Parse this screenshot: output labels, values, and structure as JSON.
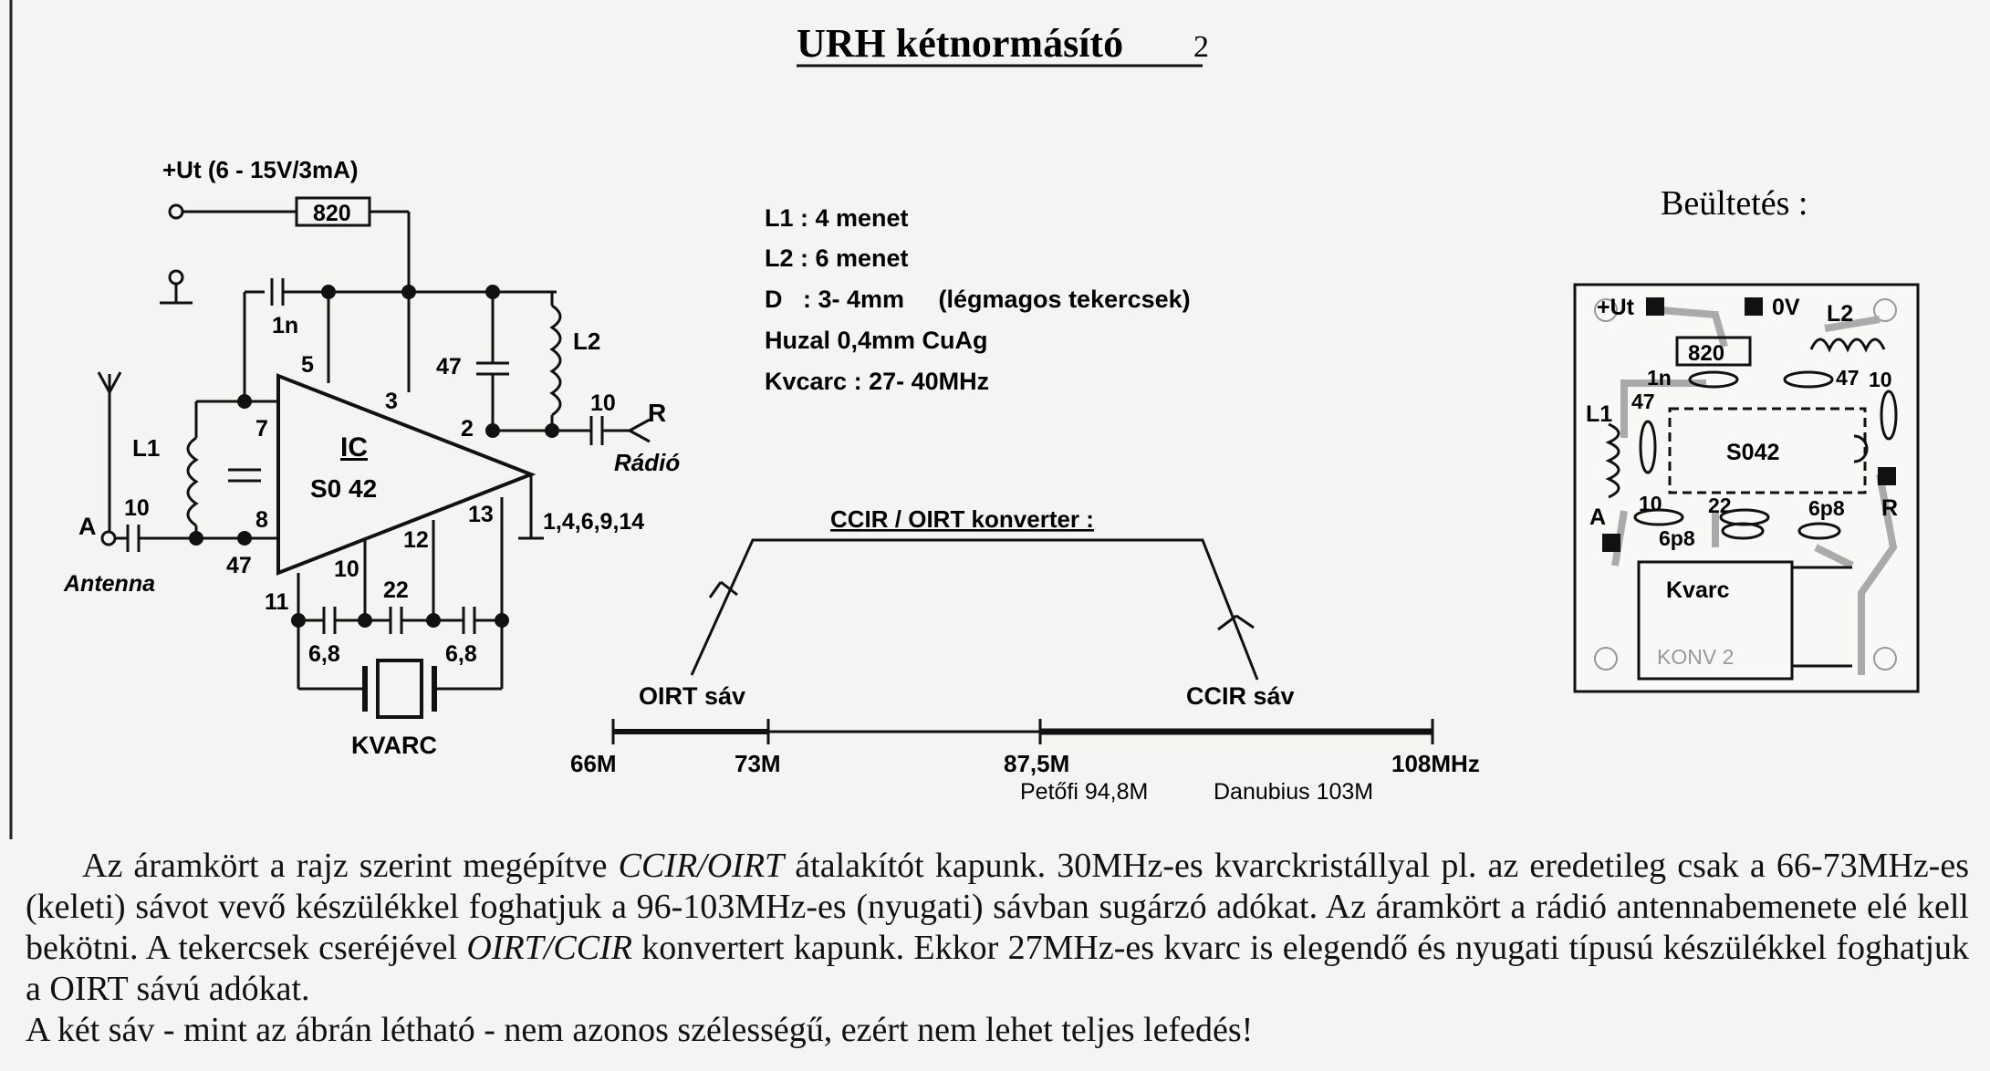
{
  "title": {
    "main": "URH kétnormásító",
    "suffix": "2"
  },
  "schematic": {
    "supply": "+Ut (6 - 15V/3mA)",
    "resistor": "820",
    "ic_label": "IC",
    "ic_part": "S0 42",
    "pins": {
      "p5": "5",
      "p3": "3",
      "p7": "7",
      "p8": "8",
      "p2": "2",
      "p13": "13",
      "p12": "12",
      "p10": "10",
      "p11": "11"
    },
    "ground_pins": "1,4,6,9,14",
    "cap_1n": "1n",
    "cap_47_top": "47",
    "cap_47_bottom": "47",
    "cap_10_in": "10",
    "cap_10_out": "10",
    "cap_22": "22",
    "cap_68_left": "6,8",
    "cap_68_right": "6,8",
    "coil_l1": "L1",
    "coil_l2": "L2",
    "input_a": "A",
    "antenna_label": "Antenna",
    "output_r": "R",
    "radio_label": "Rádió",
    "crystal_label": "KVARC"
  },
  "specs": [
    "L1 : 4 menet",
    "L2 : 6 menet",
    "D   : 3- 4mm     (légmagos tekercsek)",
    "Huzal 0,4mm CuAg",
    "Kvcarc : 27- 40MHz"
  ],
  "converter": {
    "heading": "CCIR / OIRT  konverter :",
    "oirt_label": "OIRT sáv",
    "ccir_label": "CCIR  sáv",
    "ticks": [
      "66M",
      "73M",
      "87,5M",
      "108MHz"
    ],
    "stations": [
      "Petőfi 94,8M",
      "Danubius 103M"
    ]
  },
  "layout": {
    "heading": "Beültetés :",
    "ut": "+Ut",
    "zero_v": "0V",
    "l2": "L2",
    "r820": "820",
    "c1n": "1n",
    "c47a": "47",
    "c10a": "10",
    "l1": "L1",
    "c47b": "47",
    "chip": "S042",
    "a": "A",
    "c10b": "10",
    "c22": "22",
    "c6p8a": "6p8",
    "r": "R",
    "c6p8b": "6p8",
    "kvarc": "Kvarc",
    "board_name": "KONV 2"
  },
  "description": {
    "line1_a": "Az áramkört a rajz szerint megépítve ",
    "line1_em": "CCIR/OIRT",
    "line1_b": " átalakítót kapunk. 30MHz-es kvarckristállyal pl. az eredetileg csak a 66-73MHz-es (keleti) sávot vevő készülékkel foghatjuk a 96-103MHz-es (nyugati) sávban sugárzó adókat. Az áramkört a rádió antennabemenete elé kell bekötni. A tekercsek cseréjével ",
    "line1_em2": "OIRT/CCIR",
    "line1_c": " konvertert kapunk. Ekkor 27MHz-es kvarc is elegendő és nyugati típusú készülékkel foghatjuk a OIRT sávú adókat.",
    "line2": "A két sáv - mint az ábrán létható -  nem azonos szélességű, ezért nem lehet teljes lefedés!"
  }
}
